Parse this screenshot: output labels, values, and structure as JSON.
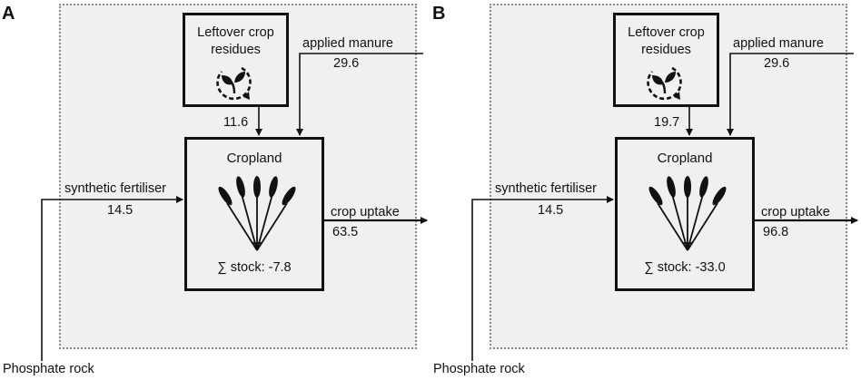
{
  "panels": [
    {
      "letter": "A",
      "residue_box": {
        "title": "Leftover crop\nresidues",
        "value": "11.6"
      },
      "manure": {
        "label": "applied manure",
        "value": "29.6"
      },
      "cropland": {
        "title": "Cropland",
        "stock": "∑ stock: -7.8"
      },
      "synthetic": {
        "label": "synthetic fertiliser",
        "value": "14.5"
      },
      "uptake": {
        "label": "crop uptake",
        "value": "63.5"
      },
      "source": "Phosphate rock"
    },
    {
      "letter": "B",
      "residue_box": {
        "title": "Leftover crop\nresidues",
        "value": "19.7"
      },
      "manure": {
        "label": "applied manure",
        "value": "29.6"
      },
      "cropland": {
        "title": "Cropland",
        "stock": "∑ stock: -33.0"
      },
      "synthetic": {
        "label": "synthetic fertiliser",
        "value": "14.5"
      },
      "uptake": {
        "label": "crop uptake",
        "value": "96.8"
      },
      "source": "Phosphate rock"
    }
  ],
  "icons": {
    "recycle": "recycle-sprout-icon",
    "crop": "wheat-bundle-icon"
  }
}
